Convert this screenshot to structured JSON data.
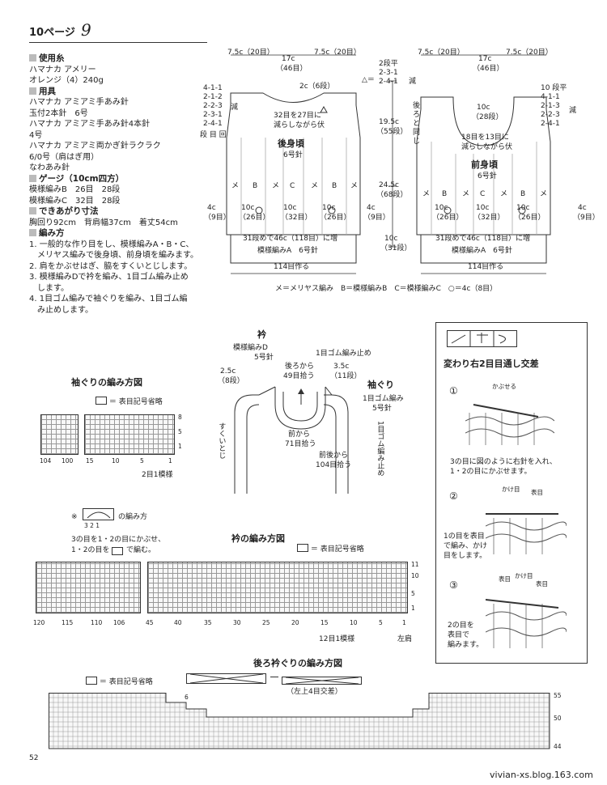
{
  "page": {
    "header_title": "10ページ",
    "header_number": "9",
    "page_number": "52",
    "watermark": "vivian-xs.blog.163.com"
  },
  "materials": {
    "yarn_heading": "使用糸",
    "yarn_lines": [
      "ハマナカ アメリー",
      "オレンジ（4）240g"
    ],
    "tools_heading": "用具",
    "tools_lines": [
      "ハマナカ アミアミ手あみ針",
      "玉付2本針　6号",
      "ハマナカ アミアミ手あみ針4本針",
      "4号",
      "ハマナカ アミアミ両かぎ針ラクラク",
      "6/0号（肩はぎ用）",
      "なわあみ針"
    ],
    "gauge_heading": "ゲージ（10cm四方）",
    "gauge_lines": [
      "模様編みB　26目　28段",
      "模様編みC　32目　28段"
    ],
    "size_heading": "できあがり寸法",
    "size_lines": [
      "胸回り92cm　背肩幅37cm　着丈54cm"
    ],
    "method_heading": "編み方",
    "method_lines": [
      "1. 一般的な作り目をし、模様編みA・B・C、",
      "　メリヤス編みで後身頃、前身頃を編みます。",
      "2. 肩をかぶせはぎ、脇をすくいとじします。",
      "3. 模様編みDで衿を編み、1目ゴム編み止め",
      "　します。",
      "4. 1目ゴム編みで袖ぐりを編み、1目ゴム編",
      "　み止めします。"
    ]
  },
  "back_body": {
    "top_left": "7.5c（20目）",
    "top_mid": "17c",
    "top_mid2": "（46目）",
    "top_right": "7.5c（20目）",
    "decrease_steps": [
      "4-1-1",
      "2-1-2",
      "2-2-3",
      "2-3-1",
      "2-4-1"
    ],
    "decrease_label": "減",
    "row_label": "段 目 回",
    "neck_note": "2c（6段）",
    "neck_text1": "32目を27目に",
    "neck_text2": "減らしながら伏",
    "name": "後身頃",
    "needle": "6号針",
    "pattern_letters": [
      "メ",
      "B",
      "メ",
      "C",
      "メ",
      "B",
      "メ"
    ],
    "side_left": "4c",
    "side_left2": "（9目）",
    "side_right": "4c",
    "side_right2": "（9目）",
    "cols": [
      "10c",
      "10c",
      "10c"
    ],
    "cols2": [
      "（26目）",
      "（32目）",
      "（26目）"
    ],
    "increase_note": "31段めで46c（118目）に増",
    "rib_label": "模様編みA　6号針",
    "cast_on": "114目作る"
  },
  "center_dims": {
    "shoulder_label": "△＝",
    "shoulder_steps": [
      "2段平",
      "2-3-1",
      "2-4-1"
    ],
    "shoulder_dec": "減",
    "h1": "19.5c",
    "h1b": "（55段）",
    "h2": "24.5c",
    "h2b": "（68段）",
    "h3": "10c",
    "h3b": "（31段）"
  },
  "front_body": {
    "top_left": "7.5c（20目）",
    "top_mid": "17c",
    "top_mid2": "（46目）",
    "top_right": "7.5c（20目）",
    "right_steps": [
      "10 段平",
      "4-1-1",
      "2-1-3",
      "2-2-3",
      "2-4-1"
    ],
    "right_dec": "減",
    "same_as_back": [
      "後",
      "ろ",
      "と",
      "同",
      "じ"
    ],
    "neck_a": "10c",
    "neck_b": "（28段）",
    "neck_text1": "18目を13目に",
    "neck_text2": "減らしながら伏",
    "name": "前身頃",
    "needle": "6号針",
    "pattern_letters": [
      "メ",
      "B",
      "メ",
      "C",
      "メ",
      "B",
      "メ"
    ],
    "side_right": "4c",
    "side_right2": "（9目）",
    "cols": [
      "10c",
      "10c",
      "10c"
    ],
    "cols2": [
      "（26目）",
      "（32目）",
      "（26目）"
    ],
    "increase_note": "31段めで46c（118目）に増",
    "rib_label": "模様編みA　6号針",
    "cast_on": "114目作る"
  },
  "legend_line": "メ＝メリヤス編み　B＝模様編みB　C＝模様編みC　○＝4c（8目）",
  "collar": {
    "title": "衿",
    "pattern": "模様編みD",
    "needle": "5号針",
    "left_dim": "2.5c",
    "left_dim2": "（8段）",
    "ribbed": "1目ゴム編み止め",
    "back_pick": "後ろから",
    "back_pick2": "49目拾う",
    "right_dim": "3.5c",
    "right_dim2": "（11段）",
    "front_pick": "前から",
    "front_pick2": "71目拾う",
    "armhole_title": "袖ぐり",
    "armhole_rib": "1目ゴム編み",
    "armhole_needle": "5号針",
    "armhole_pick": "前後から",
    "armhole_pick2": "104目拾う",
    "side_seam": "すくいとじ",
    "armhole_end": "1目ゴム編み止め"
  },
  "armhole_chart": {
    "title": "袖ぐりの編み方図",
    "legend": "＝ 表目記号省略",
    "x_labels": [
      "104",
      "100",
      "15",
      "10",
      "5",
      "1"
    ],
    "y_labels": [
      "8",
      "5",
      "1"
    ],
    "repeat": "2目1模様"
  },
  "note": {
    "symbol_note": "※",
    "symbol_nums": "3 2 1",
    "symbol_label": "の編み方",
    "line1": "3の目を1・2の目にかぶせ、",
    "line2": "1・2の目を",
    "line2b": "で編む。"
  },
  "collar_chart": {
    "title": "衿の編み方図",
    "legend": "＝ 表目記号省略",
    "x_labels": [
      "120",
      "115",
      "110",
      "106",
      "45",
      "40",
      "35",
      "30",
      "25",
      "20",
      "15",
      "10",
      "5",
      "1"
    ],
    "y_labels": [
      "11",
      "10",
      "5",
      "1"
    ],
    "repeat": "12目1模様",
    "shoulder": "左肩"
  },
  "back_neck_chart": {
    "title": "後ろ衿ぐりの編み方図",
    "legend": "＝ 表目記号省略",
    "cross_label": "（左上4目交差）",
    "y_labels": [
      "55",
      "50",
      "44"
    ],
    "step": "6"
  },
  "cross_panel": {
    "title": "変わり右2目目通し交差",
    "steps": [
      {
        "num": "①",
        "callout": "かぶせる",
        "text": [
          "3の目に図のように右針を入れ、",
          "1・2の目にかぶせます。"
        ]
      },
      {
        "num": "②",
        "callout": "かけ目",
        "callout2": "表目",
        "text": [
          "1の目を表目",
          "で編み、かけ",
          "目をします。"
        ]
      },
      {
        "num": "③",
        "callout": "表目",
        "callout2": "かけ目",
        "callout3": "表目",
        "text": [
          "2の目を",
          "表目で",
          "編みます。"
        ]
      }
    ]
  }
}
